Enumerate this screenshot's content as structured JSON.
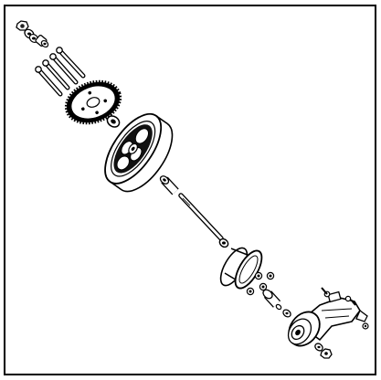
{
  "diagram": {
    "kind": "exploded-assembly",
    "parts": [
      "lock-nut",
      "flat-washer",
      "spacer-bushing",
      "mounting-bolt",
      "sprocket",
      "bearing",
      "wheel-hub",
      "spacer-tube",
      "axle",
      "axle-nut",
      "brake-drum",
      "hex-nut",
      "bushing",
      "motor-bracket"
    ]
  }
}
